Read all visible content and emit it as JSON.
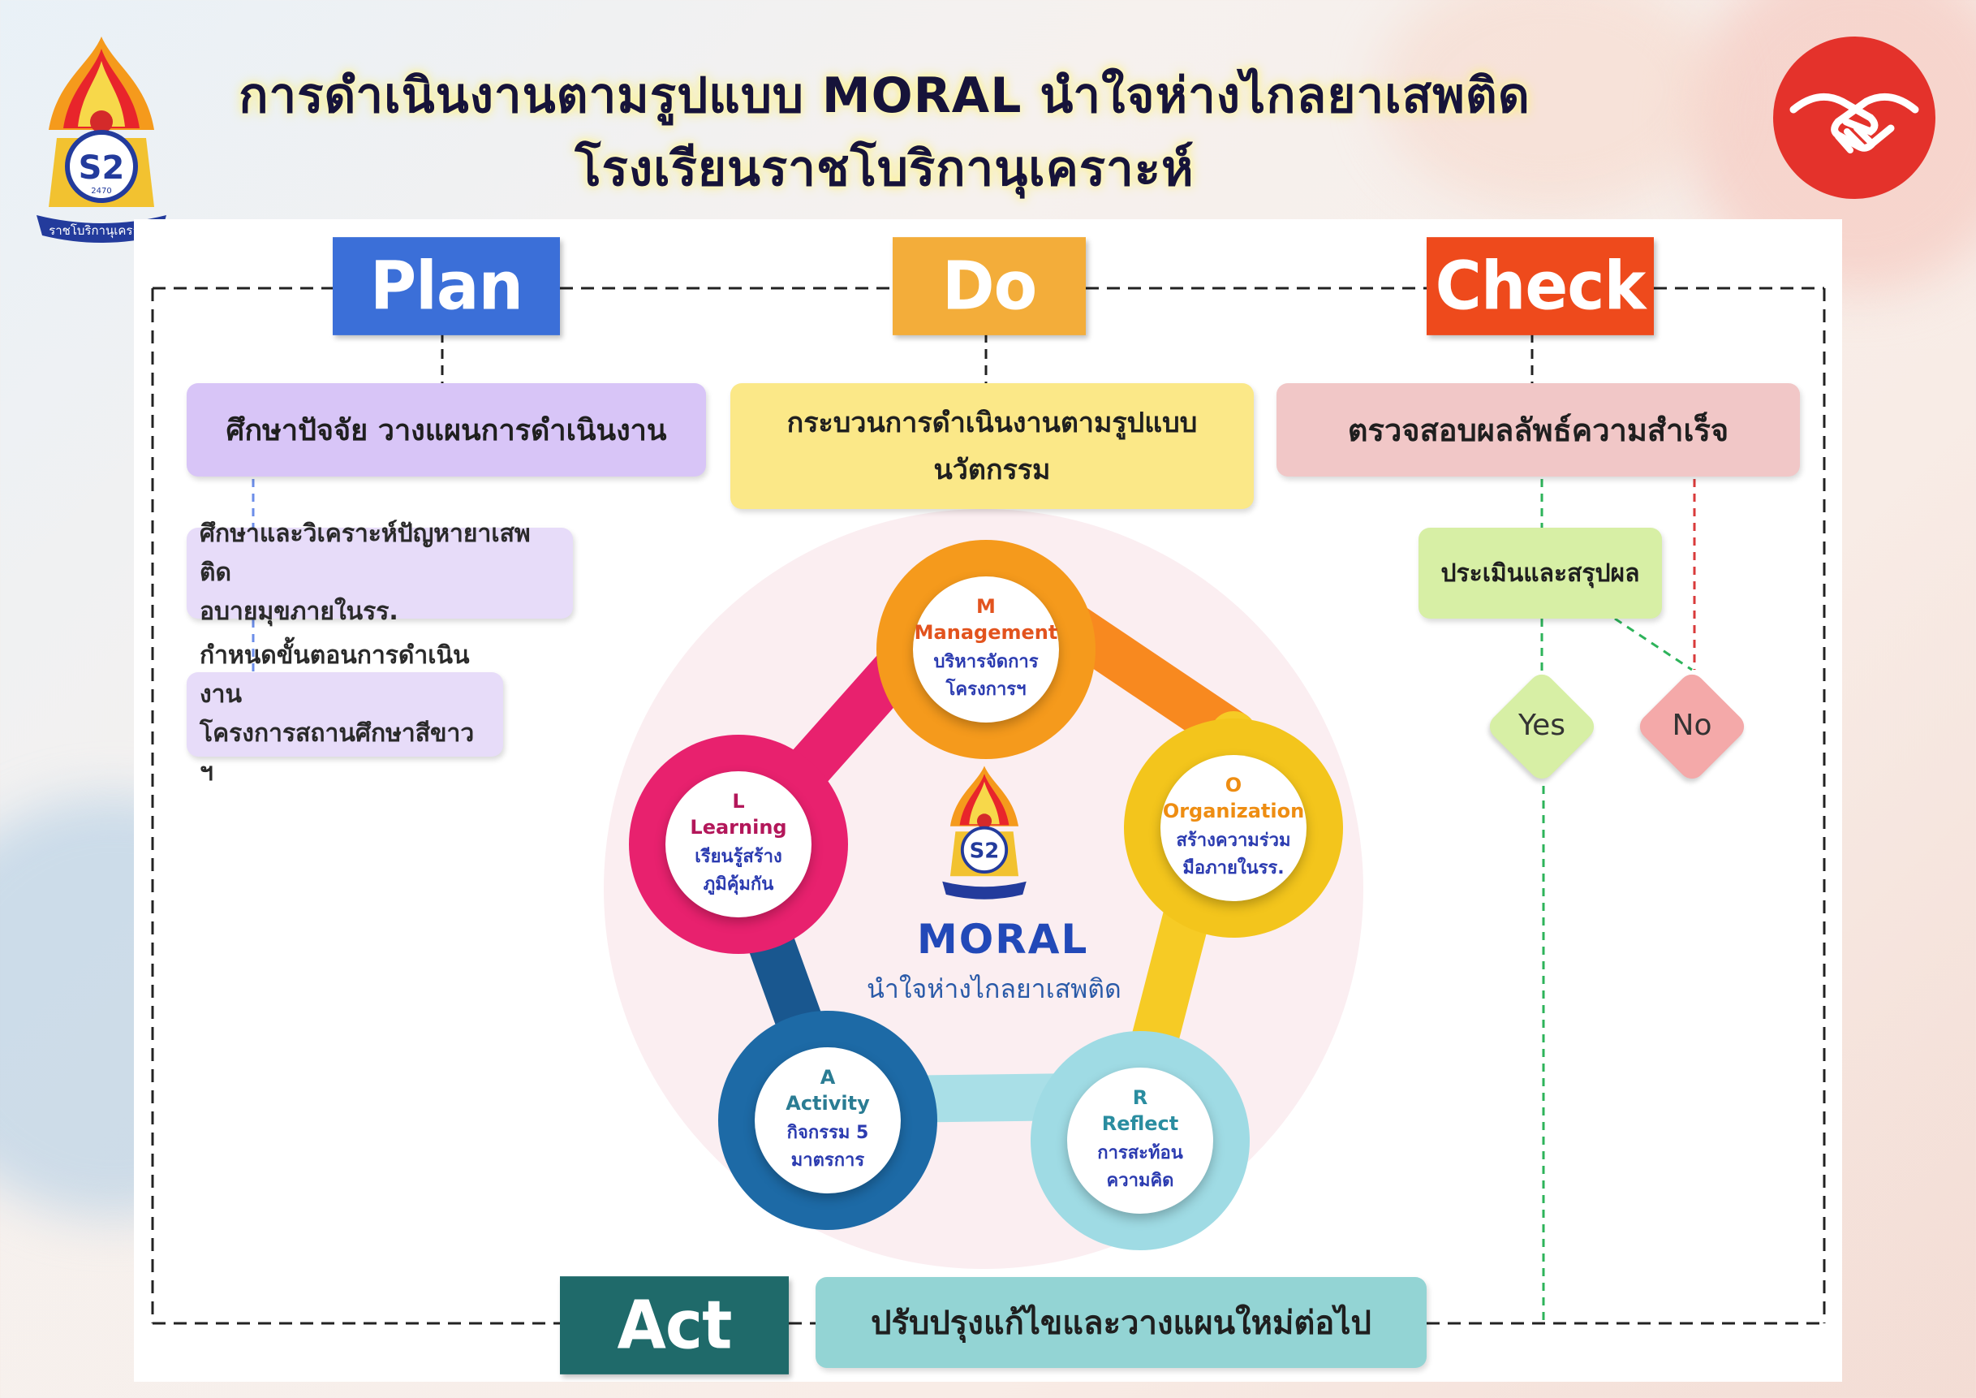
{
  "header": {
    "title_line1": "การดำเนินงานตามรูปแบบ MORAL นำใจห่างไกลยาเสพติด",
    "title_line2": "โรงเรียนราชโบริกานุเคราะห์",
    "school_logo": {
      "icon": "school-emblem-icon",
      "number": "2470",
      "banner_text": "ราชโบริกานุเคราะห์"
    },
    "handshake_logo": {
      "icon": "handshake-icon",
      "color": "#e4322b"
    }
  },
  "pdca": {
    "plan": {
      "label": "Plan",
      "color": "#3b6fd8"
    },
    "do": {
      "label": "Do",
      "color": "#f3ad3a"
    },
    "check": {
      "label": "Check",
      "color": "#ee4a1c"
    },
    "act": {
      "label": "Act",
      "color": "#1f6a6a"
    }
  },
  "plan_section": {
    "main": "ศึกษาปัจจัย วางแผนการดำเนินงาน",
    "step1_line1": "ศึกษาและวิเคราะห์ปัญหายาเสพติด",
    "step1_line2": "อบายมุขภายในรร.",
    "step2_line1": "กำหนดขั้นตอนการดำเนินงาน",
    "step2_line2": "โครงการสถานศึกษาสีขาว ฯ"
  },
  "do_section": {
    "main_line1": "กระบวนการดำเนินงานตามรูปแบบ",
    "main_line2": "นวัตกรรม"
  },
  "check_section": {
    "main": "ตรวจสอบผลลัพธ์ความสำเร็จ",
    "evaluate": "ประเมินและสรุปผล",
    "yes": "Yes",
    "no": "No"
  },
  "act_section": {
    "main": "ปรับปรุงแก้ไขและวางแผนใหม่ต่อไป"
  },
  "moral": {
    "title": "MORAL",
    "subtitle": "นำใจห่างไกลยาเสพติด",
    "steps": [
      {
        "letter": "M",
        "name": "Management",
        "desc1": "บริหารจัดการ",
        "desc2": "โครงการฯ",
        "color": "#f59a1c",
        "text_color": "#e2531e"
      },
      {
        "letter": "O",
        "name": "Organization",
        "desc1": "สร้างความร่วม",
        "desc2": "มือภายในรร.",
        "color": "#f3c51c",
        "text_color": "#ee8d12"
      },
      {
        "letter": "R",
        "name": "Reflect",
        "desc1": "การสะท้อน",
        "desc2": "ความคิด",
        "color": "#9fdbe4",
        "text_color": "#2a8da0"
      },
      {
        "letter": "A",
        "name": "Activity",
        "desc1": "กิจกรรม 5",
        "desc2": "มาตรการ",
        "color": "#1d6aa6",
        "text_color": "#2a7c93"
      },
      {
        "letter": "L",
        "name": "Learning",
        "desc1": "เรียนรู้สร้าง",
        "desc2": "ภูมิคุ้มกัน",
        "color": "#e8216e",
        "text_color": "#b3175a"
      }
    ]
  }
}
